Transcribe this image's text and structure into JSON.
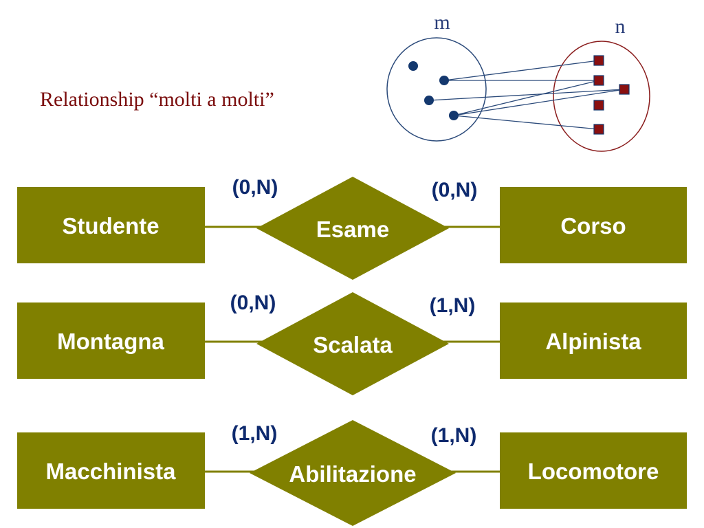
{
  "title": "Relationship “molti a molti”",
  "illustration": {
    "left_set_label": "m",
    "right_set_label": "n",
    "colors": {
      "left_set": "#2b4a7a",
      "right_set": "#8a1c1c",
      "link": "#2b4a7a",
      "square": "#8a1010"
    }
  },
  "colors": {
    "entity_fill": "#808000",
    "text": "#ffffff",
    "cardinality": "#0e2a6e",
    "connector": "#808000"
  },
  "relationships": [
    {
      "left_entity": "Studente",
      "relationship": "Esame",
      "right_entity": "Corso",
      "left_card": "(0,N)",
      "right_card": "(0,N)"
    },
    {
      "left_entity": "Montagna",
      "relationship": "Scalata",
      "right_entity": "Alpinista",
      "left_card": "(0,N)",
      "right_card": "(1,N)"
    },
    {
      "left_entity": "Macchinista",
      "relationship": "Abilitazione",
      "right_entity": "Locomotore",
      "left_card": "(1,N)",
      "right_card": "(1,N)"
    }
  ]
}
